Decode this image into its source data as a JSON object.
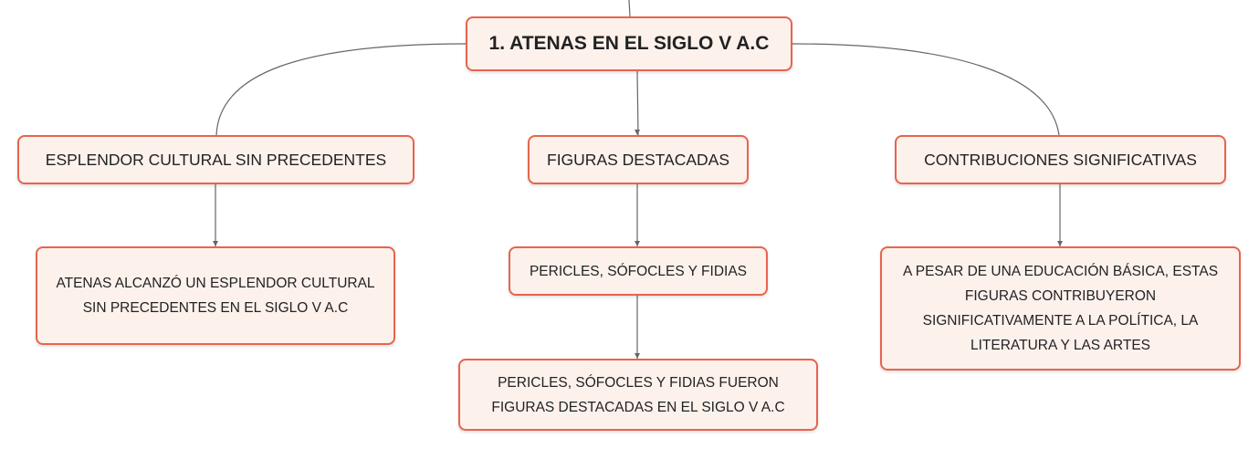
{
  "root": {
    "label": "1. ATENAS EN EL SIGLO V A.C"
  },
  "topics": [
    {
      "label": "ESPLENDOR CULTURAL SIN PRECEDENTES",
      "details": [
        "ATENAS ALCANZÓ UN ESPLENDOR CULTURAL SIN PRECEDENTES EN EL SIGLO V A.C"
      ]
    },
    {
      "label": "FIGURAS DESTACADAS",
      "details": [
        "PERICLES, SÓFOCLES Y FIDIAS",
        "PERICLES, SÓFOCLES Y FIDIAS FUERON FIGURAS DESTACADAS EN EL SIGLO V A.C"
      ]
    },
    {
      "label": "CONTRIBUCIONES SIGNIFICATIVAS",
      "details": [
        "A PESAR DE UNA EDUCACIÓN BÁSICA, ESTAS FIGURAS CONTRIBUYERON SIGNIFICATIVAMENTE A LA POLÍTICA, LA LITERATURA Y LAS ARTES"
      ]
    }
  ],
  "colors": {
    "border": "#e8644e",
    "fill": "#fdf1ec",
    "connector": "#666666"
  }
}
